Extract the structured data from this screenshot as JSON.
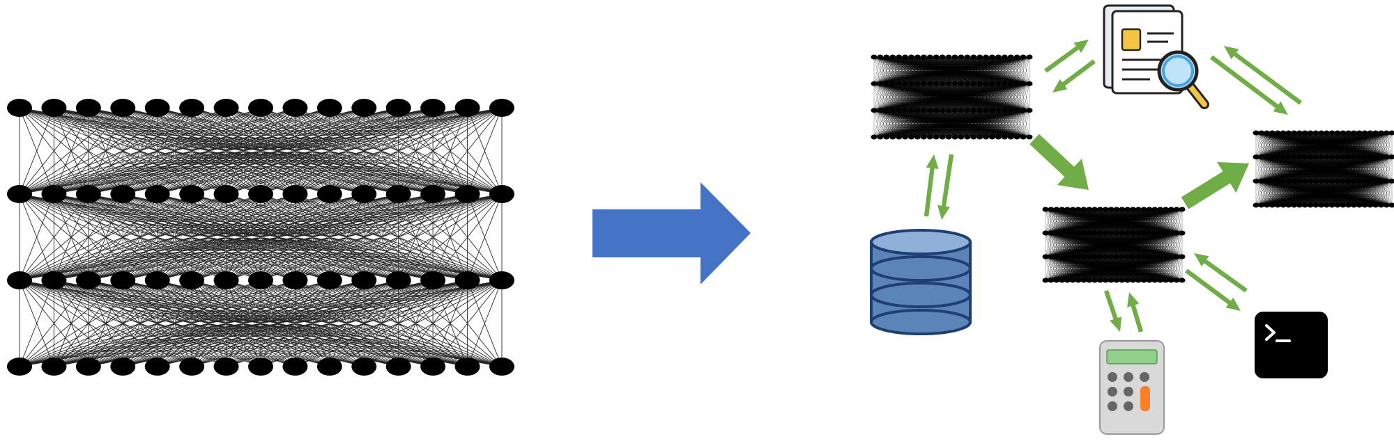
{
  "diagram": {
    "left_network": {
      "layers": 4,
      "nodes_per_layer": 15,
      "connection_style": "fully-connected"
    },
    "big_arrow": {
      "direction": "right",
      "color": "#4472c4"
    },
    "small_networks": [
      {
        "id": "net-a",
        "layers": 4,
        "nodes_per_layer": 26
      },
      {
        "id": "net-b",
        "layers": 4,
        "nodes_per_layer": 26
      },
      {
        "id": "net-c",
        "layers": 4,
        "nodes_per_layer": 26
      }
    ],
    "tools": [
      {
        "id": "document-search",
        "icon": "document-search-icon"
      },
      {
        "id": "database",
        "icon": "database-icon"
      },
      {
        "id": "calculator",
        "icon": "calculator-icon"
      },
      {
        "id": "terminal",
        "icon": "terminal-icon",
        "glyph": ">_"
      }
    ],
    "flow_arrows": [
      {
        "from": "net-a",
        "to": "net-b",
        "kind": "thick"
      },
      {
        "from": "net-b",
        "to": "net-c",
        "kind": "thick"
      },
      {
        "between": [
          "net-a",
          "document-search"
        ],
        "kind": "bidirectional"
      },
      {
        "between": [
          "document-search",
          "net-c"
        ],
        "kind": "bidirectional"
      },
      {
        "between": [
          "net-a",
          "database"
        ],
        "kind": "bidirectional"
      },
      {
        "between": [
          "net-b",
          "calculator"
        ],
        "kind": "bidirectional"
      },
      {
        "between": [
          "net-b",
          "terminal"
        ],
        "kind": "bidirectional"
      }
    ],
    "colors": {
      "network": "#000000",
      "flow_arrow": "#70ad47",
      "database_fill": "#5b84b8",
      "database_stroke": "#1f3f73",
      "calculator_body": "#d9d9d9",
      "calculator_screen": "#8fcf8a",
      "calculator_orange": "#ff7f27",
      "terminal_bg": "#000000",
      "doc_highlight": "#f4c542",
      "magnifier_lens": "#bfe3f7"
    }
  }
}
